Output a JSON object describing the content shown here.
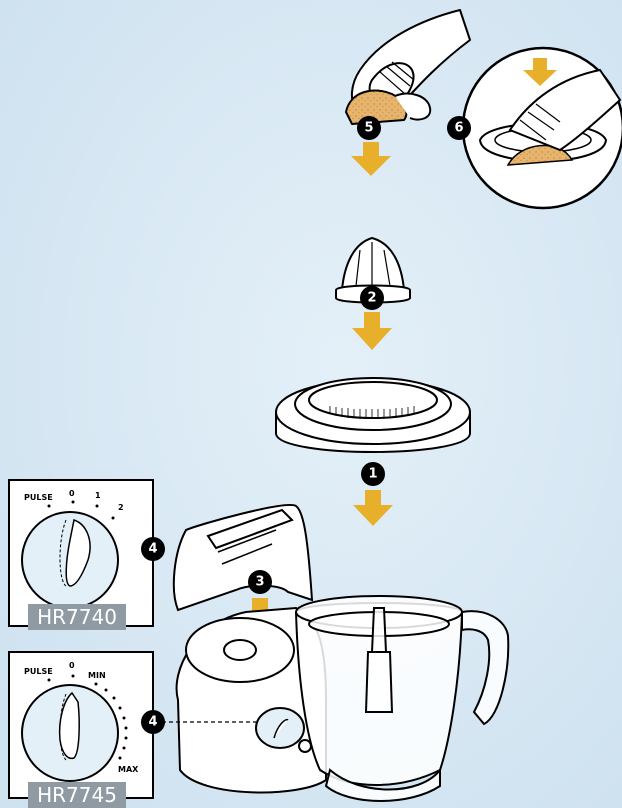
{
  "steps": {
    "s1": "1",
    "s2": "2",
    "s3": "3",
    "s4a": "4",
    "s4b": "4",
    "s5": "5",
    "s6": "6"
  },
  "dial_hr7740": {
    "pulse": "PULSE",
    "off": "0",
    "speed1": "1",
    "speed2": "2",
    "model": "HR7740"
  },
  "dial_hr7745": {
    "pulse": "PULSE",
    "off": "0",
    "min": "MIN",
    "max": "MAX",
    "model": "HR7745"
  },
  "colors": {
    "background": "#d7e8f4",
    "arrow": "#e8b02a",
    "pulp": "#e6b46d",
    "label_bg": "#8f9aa2"
  }
}
